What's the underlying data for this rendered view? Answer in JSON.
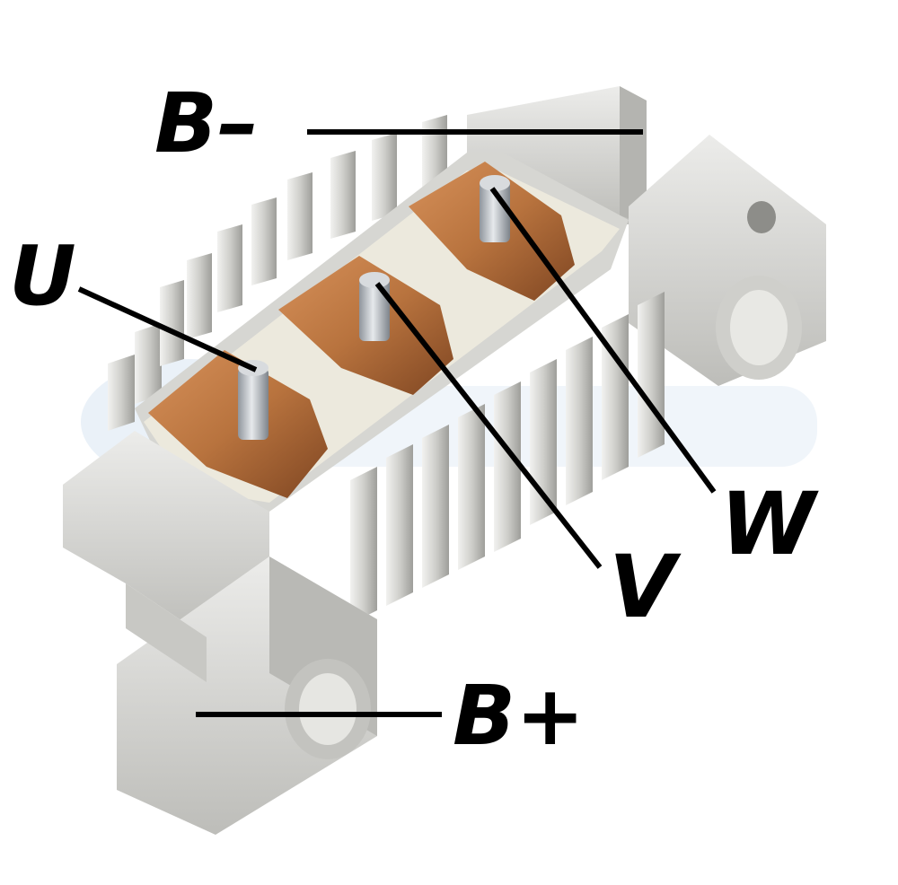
{
  "labels": {
    "b_minus": "B–",
    "u": "U",
    "v": "V",
    "w": "W",
    "b_plus": "B+"
  },
  "colors": {
    "aluminum_light": "#e2e2de",
    "aluminum_mid": "#c9c9c5",
    "aluminum_dark": "#a8a8a4",
    "insulator": "#ece9dd",
    "copper": "#b8733e",
    "copper_dark": "#7f4622",
    "stud": "#b9bdc2",
    "watermark": "#d9e6f2",
    "line": "#000000"
  },
  "icons": [
    "rectifier-bridge-image",
    "stud-u-icon",
    "stud-v-icon",
    "stud-w-icon"
  ]
}
